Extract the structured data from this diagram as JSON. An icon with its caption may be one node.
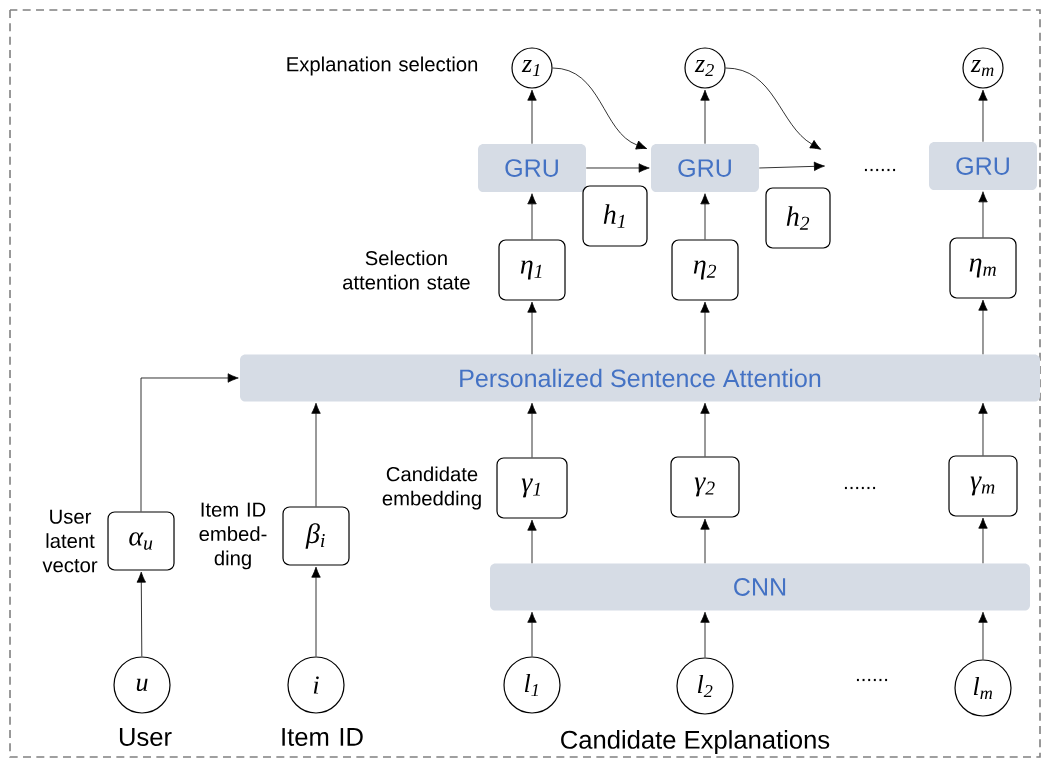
{
  "diagram": {
    "nodes": [
      {
        "text": [
          "z$_{1}$"
        ],
        "beside": [
          "Explanation selection"
        ]
      },
      {
        "text": [
          "z$_{2}$"
        ]
      },
      {
        "text": [
          "z$_{m}$"
        ]
      },
      {
        "text": [
          "GRU"
        ]
      },
      {
        "text": [
          "GRU"
        ]
      },
      {
        "text": [
          "GRU"
        ]
      },
      {
        "text": [
          "h$_{1}$"
        ]
      },
      {
        "text": [
          "h$_{2}$"
        ]
      },
      {
        "text": [
          "η$_{1}$"
        ],
        "beside": [
          "Selection attention state"
        ]
      },
      {
        "text": [
          "η$_{2}$"
        ]
      },
      {
        "text": [
          "η$_{m}$"
        ]
      },
      {
        "text": [
          "Personalized Sentence Attention"
        ]
      },
      {
        "text": [
          "α$_{u}$"
        ],
        "beside": [
          "User latent vector"
        ]
      },
      {
        "text": [
          "β$_{i}$"
        ],
        "beside": [
          "Item ID embed- ding"
        ]
      },
      {
        "text": [
          "γ$_{1}$"
        ],
        "beside": [
          "Candidate embedding"
        ]
      },
      {
        "text": [
          "γ$_{2}$"
        ]
      },
      {
        "text": [
          "γ$_{m}$"
        ]
      },
      {
        "text": [
          "CNN"
        ]
      },
      {
        "text": [
          "u"
        ],
        "beside": [
          "User"
        ]
      },
      {
        "text": [
          "i"
        ],
        "beside": [
          "Item ID"
        ]
      },
      {
        "text": [
          "l$_{1}$"
        ]
      },
      {
        "text": [
          "l$_{2}$"
        ]
      },
      {
        "text": [
          "l$_{m}$"
        ]
      }
    ],
    "edges": [
      {
        "from": 3,
        "to": 0,
        "arrow": "to"
      },
      {
        "from": 4,
        "to": 1,
        "arrow": "to"
      },
      {
        "from": 5,
        "to": 2,
        "arrow": "to"
      },
      {
        "from": 0,
        "to": 4,
        "arrow": "to"
      },
      {
        "from": 1,
        "to": null,
        "arrow": "to"
      },
      {
        "from": 3,
        "to": 4,
        "arrow": "to"
      },
      {
        "from": 4,
        "to": null,
        "arrow": "to"
      },
      {
        "from": 8,
        "to": 3,
        "arrow": "to"
      },
      {
        "from": 9,
        "to": 4,
        "arrow": "to"
      },
      {
        "from": 10,
        "to": 5,
        "arrow": "to"
      },
      {
        "from": 11,
        "to": 8,
        "arrow": "to"
      },
      {
        "from": 11,
        "to": 9,
        "arrow": "to"
      },
      {
        "from": 11,
        "to": 10,
        "arrow": "to"
      },
      {
        "from": 12,
        "to": 11,
        "arrow": "to"
      },
      {
        "from": 13,
        "to": 11,
        "arrow": "to"
      },
      {
        "from": 14,
        "to": 11,
        "arrow": "to"
      },
      {
        "from": 15,
        "to": 11,
        "arrow": "to"
      },
      {
        "from": 16,
        "to": 11,
        "arrow": "to"
      },
      {
        "from": 17,
        "to": 14,
        "arrow": "to"
      },
      {
        "from": 17,
        "to": 15,
        "arrow": "to"
      },
      {
        "from": 17,
        "to": 16,
        "arrow": "to"
      },
      {
        "from": 18,
        "to": 12,
        "arrow": "to"
      },
      {
        "from": 19,
        "to": 13,
        "arrow": "to"
      },
      {
        "from": 20,
        "to": 17,
        "arrow": "to"
      },
      {
        "from": 21,
        "to": 17,
        "arrow": "to"
      },
      {
        "from": 22,
        "to": 17,
        "arrow": "to"
      }
    ],
    "labels": [
      "Candidate Explanations",
      "......",
      "......",
      "......"
    ]
  }
}
